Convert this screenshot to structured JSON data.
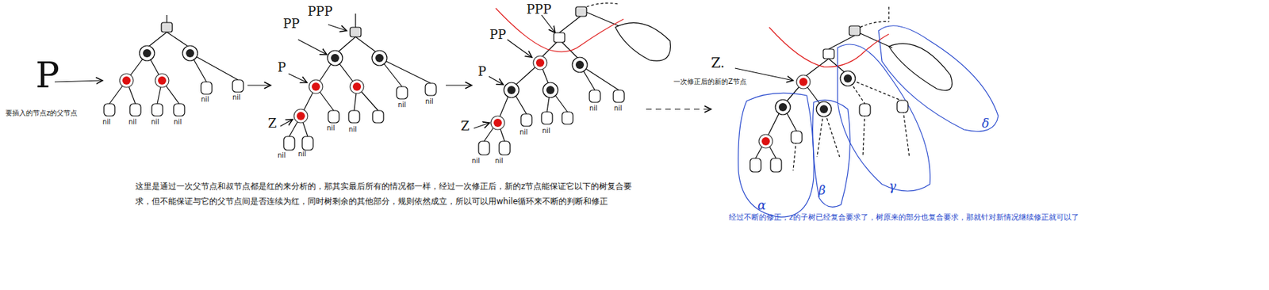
{
  "diagram": {
    "labels": [
      "P",
      "要插入的节点z的父节点",
      "nil",
      "nil",
      "nil",
      "nil",
      "nil",
      "nil",
      "PP",
      "PPP",
      "P",
      "Z",
      "nil",
      "nil",
      "nil",
      "nil",
      "nil",
      "nil",
      "PPP",
      "PP",
      "P",
      "Z",
      "nil",
      "nil",
      "nil",
      "nil",
      "nil",
      "nil",
      "这里是通过一次父节点和叔节点都是红的来分析的，那其实最后所有的情况都一样，经过一次修正后，新的z节点能保证它以下的树复合要求，但不能保证与它的父节点间是否连续为红，同时树剩余的其他部分，规则依然成立，所以可以用while循环来不断的判断和修正",
      "Z.",
      "一次修正后的新的Z节点",
      "α",
      "β",
      "γ",
      "δ",
      "经过不断的修正，z的子树已经复合要求了，树原来的部分也复合要求，那就针对新情况继续修正就可以了"
    ]
  }
}
